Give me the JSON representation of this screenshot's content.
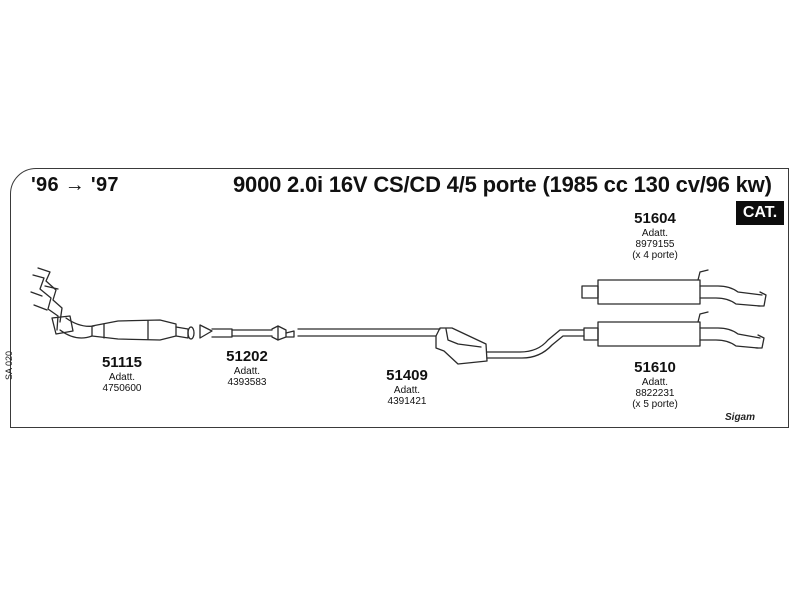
{
  "header": {
    "years": "'96 → '97",
    "model": "9000 2.0i 16V CS/CD 4/5 porte (1985 cc 130 cv/96 kw)",
    "badge": "CAT."
  },
  "side_code": "SA 020",
  "brand": "Sigam",
  "parts": [
    {
      "number": "51115",
      "label": "Adatt.",
      "ref": "4750600",
      "note": ""
    },
    {
      "number": "51202",
      "label": "Adatt.",
      "ref": "4393583",
      "note": ""
    },
    {
      "number": "51409",
      "label": "Adatt.",
      "ref": "4391421",
      "note": ""
    },
    {
      "number": "51604",
      "label": "Adatt.",
      "ref": "8979155",
      "note": "(x 4 porte)"
    },
    {
      "number": "51610",
      "label": "Adatt.",
      "ref": "8822231",
      "note": "(x 5 porte)"
    }
  ]
}
